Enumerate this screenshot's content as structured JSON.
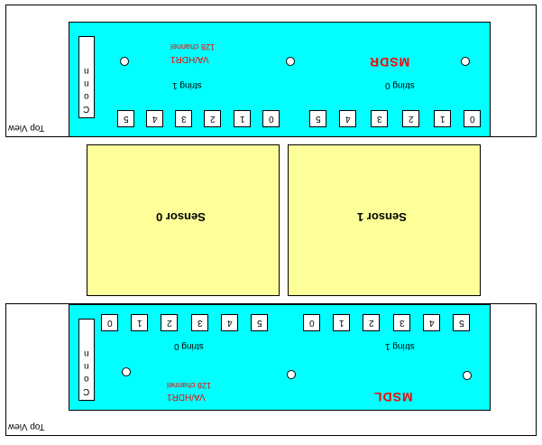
{
  "view_label": "Top View",
  "top_board": {
    "name": "MSDR",
    "chip": "VA/HDR1",
    "chip_sub": "128 channel",
    "string_left": "string 1",
    "string_right": "string 0",
    "connector": [
      "C",
      "o",
      "n",
      "n"
    ],
    "keys_left": [
      "5",
      "4",
      "3",
      "2",
      "1",
      "0"
    ],
    "keys_right": [
      "5",
      "4",
      "3",
      "2",
      "1",
      "0"
    ]
  },
  "bottom_board": {
    "name": "MSDL",
    "chip": "VA/HDR1",
    "chip_sub": "128 channel",
    "string_left": "string 0",
    "string_right": "string 1",
    "connector": [
      "C",
      "o",
      "n",
      "n"
    ],
    "keys_left": [
      "0",
      "1",
      "2",
      "3",
      "4",
      "5"
    ],
    "keys_right": [
      "0",
      "1",
      "2",
      "3",
      "4",
      "5"
    ]
  },
  "sensors": [
    "Sensor 0",
    "Sensor 1"
  ]
}
